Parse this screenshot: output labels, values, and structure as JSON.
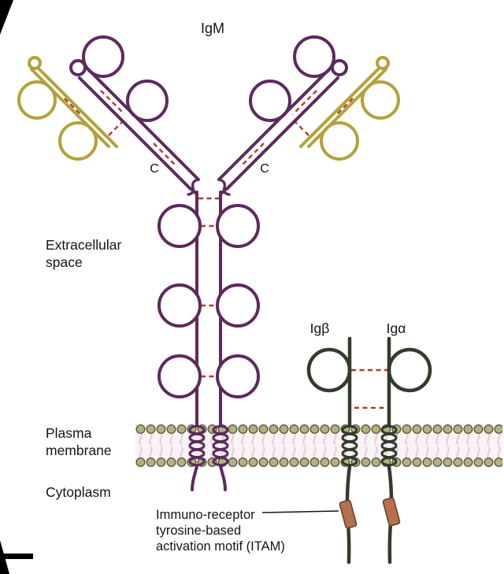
{
  "title": "IgM",
  "labels": {
    "hinge_c_left": "C",
    "hinge_c_right": "C",
    "extracellular_1": "Extracellular",
    "extracellular_2": "space",
    "plasma_1": "Plasma",
    "plasma_2": "membrane",
    "cytoplasm": "Cytoplasm",
    "ig_beta": "Igβ",
    "ig_alpha": "Igα",
    "itam_1": "Immuno-receptor",
    "itam_2": "tyrosine-based",
    "itam_3": "activation motif (ITAM)"
  },
  "colors": {
    "igm_heavy_chain": "#5c2a5d",
    "igm_light_chain": "#b3a23c",
    "ig_alpha_beta_chain": "#333b2c",
    "itam_box": "#b5704d",
    "disulfide_bond": "#b5392a",
    "lipid_head": "#b2b183",
    "lipid_tail": "#e7cbd9"
  }
}
